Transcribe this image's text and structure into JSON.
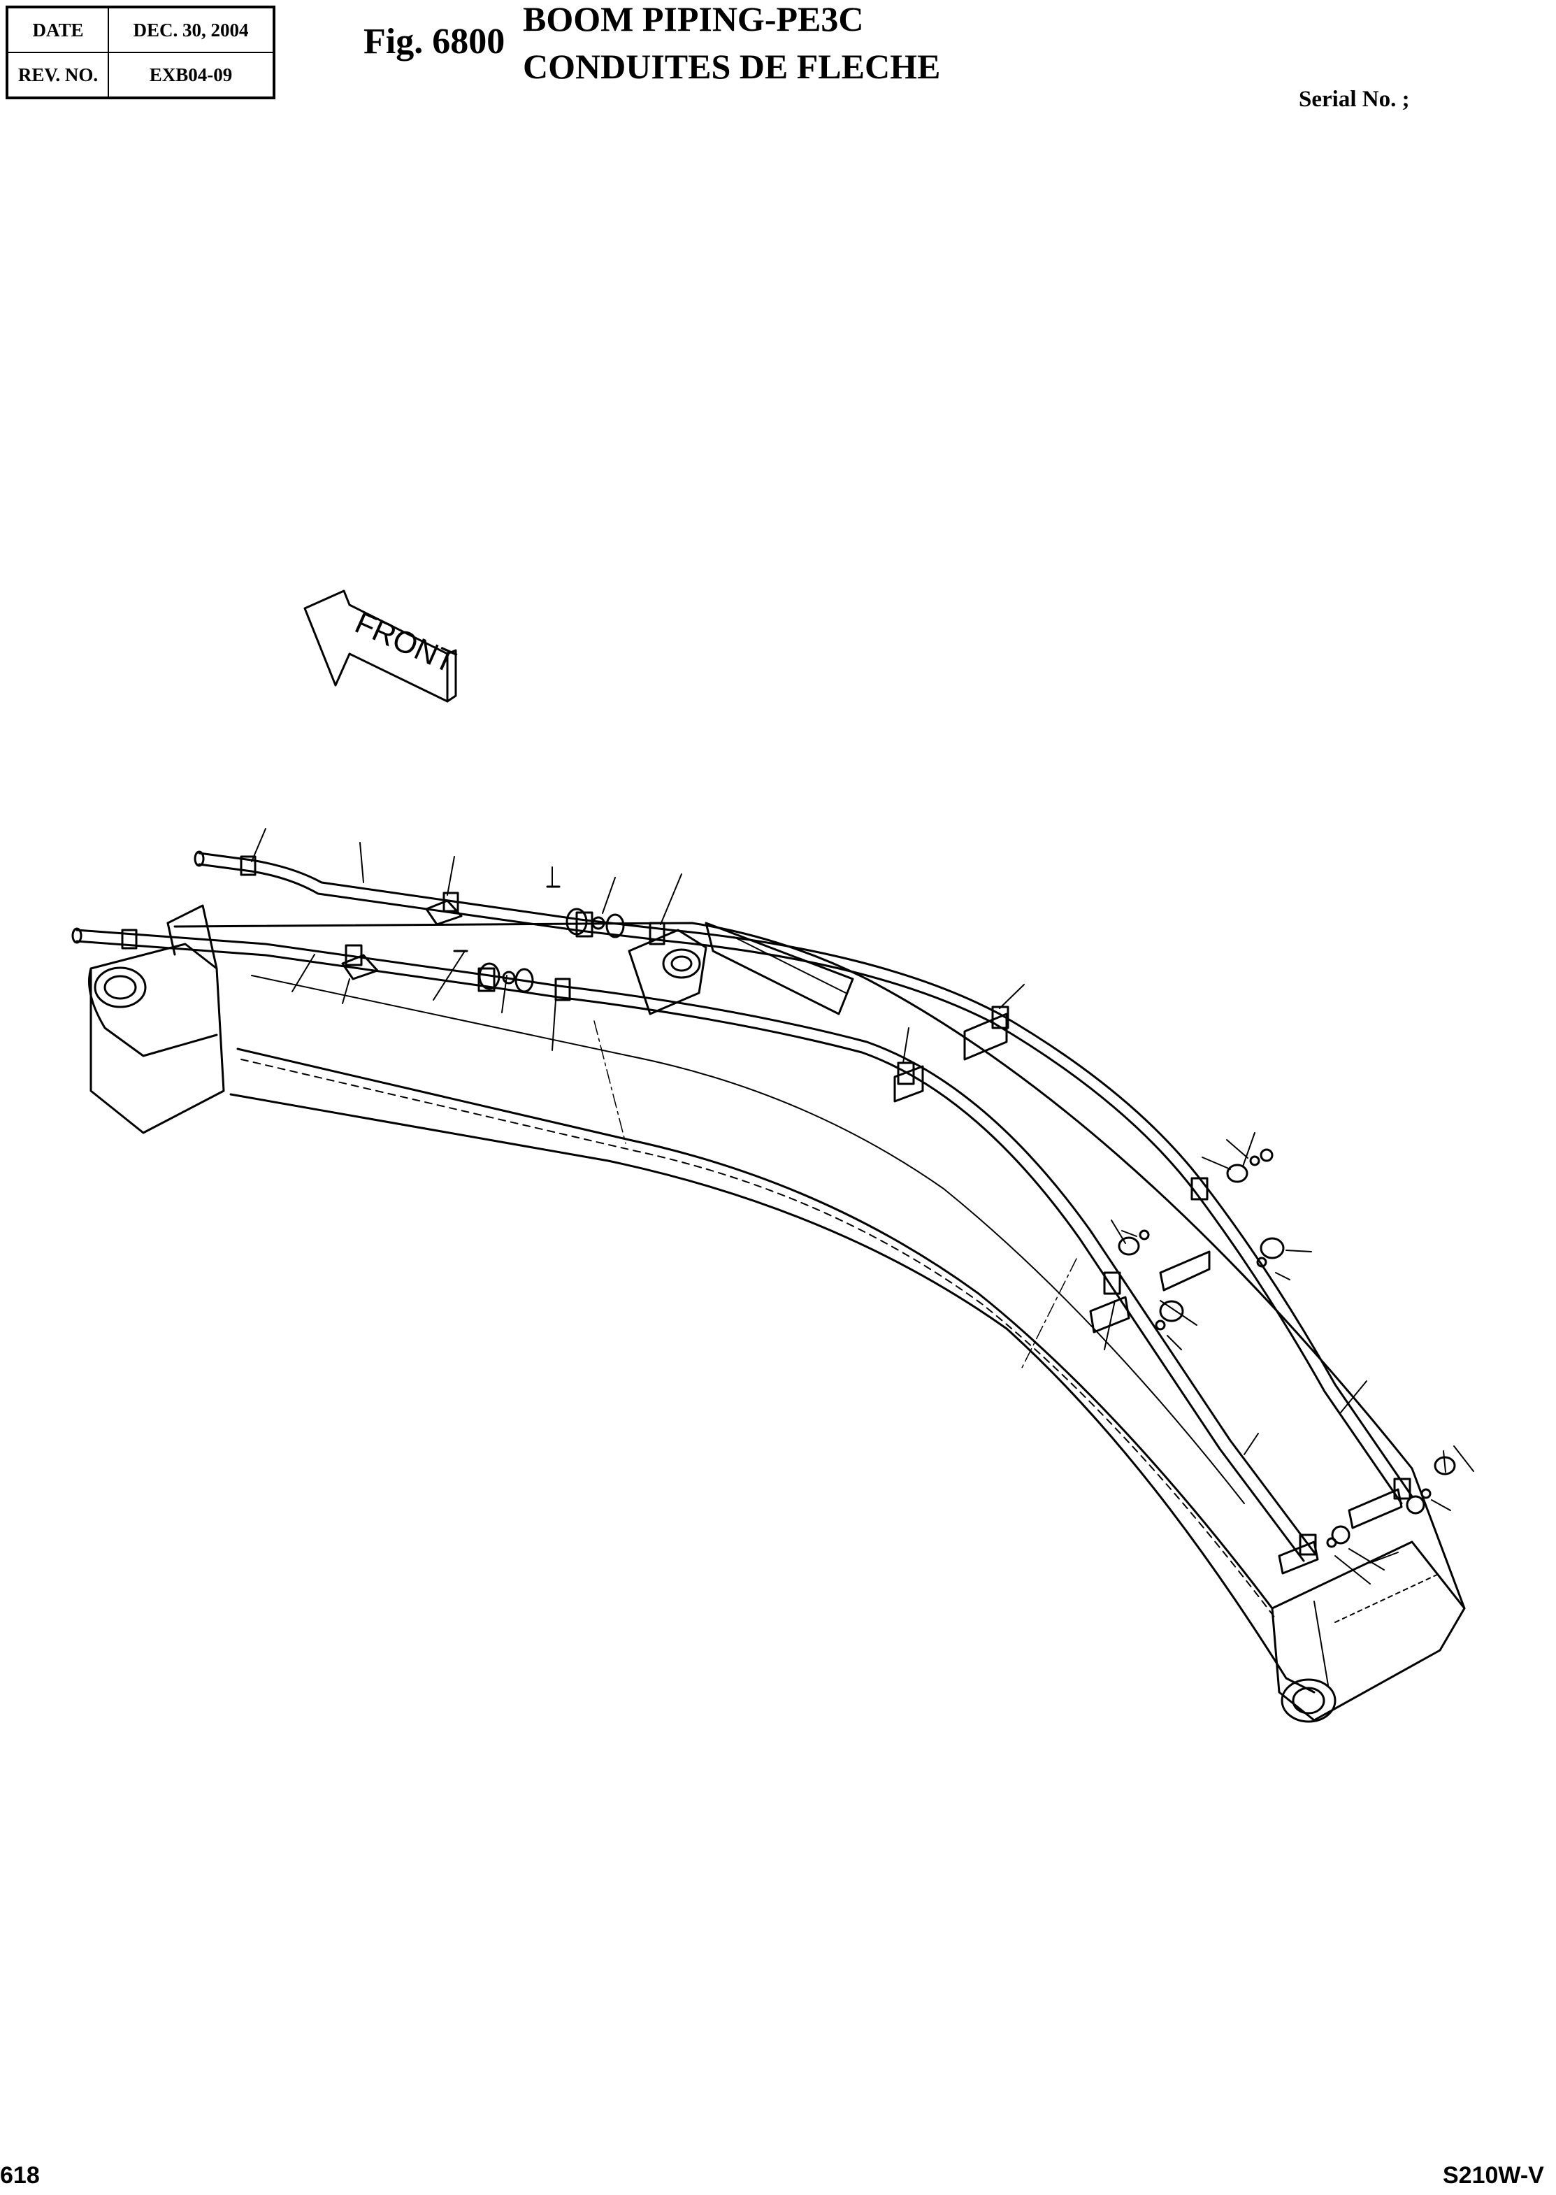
{
  "header": {
    "date_label": "DATE",
    "date_value": "DEC. 30, 2004",
    "rev_label": "REV. NO.",
    "rev_value": "EXB04-09",
    "fig_label": "Fig. 6800",
    "title_en": "BOOM PIPING-PE3C",
    "title_fr": "CONDUITES DE FLECHE",
    "serial_label": "Serial No. ;"
  },
  "drawing": {
    "direction_label": "FRONT"
  },
  "footer": {
    "page_number": "618",
    "model": "S210W-V"
  }
}
